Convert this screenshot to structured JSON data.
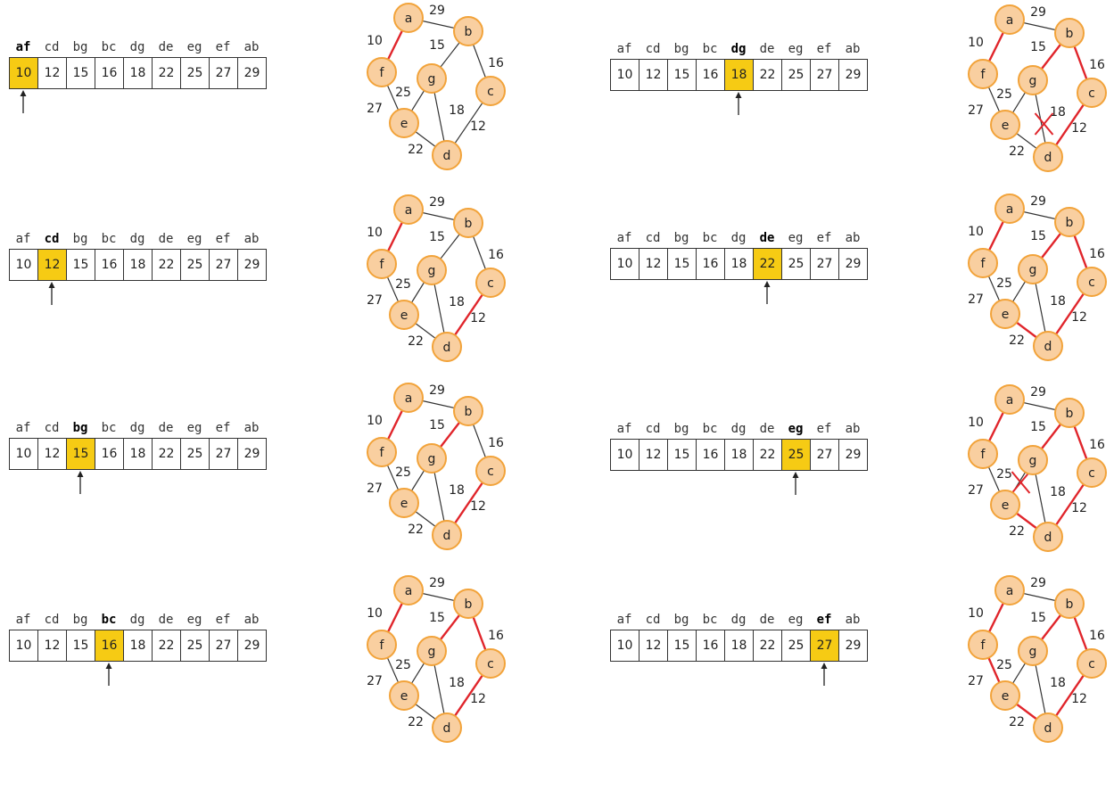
{
  "edge_labels": [
    "af",
    "cd",
    "bg",
    "bc",
    "dg",
    "de",
    "eg",
    "ef",
    "ab"
  ],
  "edge_weights": [
    "10",
    "12",
    "15",
    "16",
    "18",
    "22",
    "25",
    "27",
    "29"
  ],
  "nodes": [
    {
      "id": "a",
      "label": "a"
    },
    {
      "id": "b",
      "label": "b"
    },
    {
      "id": "c",
      "label": "c"
    },
    {
      "id": "d",
      "label": "d"
    },
    {
      "id": "e",
      "label": "e"
    },
    {
      "id": "f",
      "label": "f"
    },
    {
      "id": "g",
      "label": "g"
    }
  ],
  "edges": [
    {
      "id": "ab",
      "from": "a",
      "to": "b",
      "weight": "29"
    },
    {
      "id": "af",
      "from": "a",
      "to": "f",
      "weight": "10"
    },
    {
      "id": "bg",
      "from": "b",
      "to": "g",
      "weight": "15"
    },
    {
      "id": "bc",
      "from": "b",
      "to": "c",
      "weight": "16"
    },
    {
      "id": "fe",
      "from": "f",
      "to": "e",
      "weight": "27"
    },
    {
      "id": "ge",
      "from": "g",
      "to": "e",
      "weight": "25"
    },
    {
      "id": "gd",
      "from": "g",
      "to": "d",
      "weight": "18"
    },
    {
      "id": "cd",
      "from": "c",
      "to": "d",
      "weight": "12"
    },
    {
      "id": "ed",
      "from": "e",
      "to": "d",
      "weight": "22"
    }
  ],
  "steps": [
    {
      "active": 0,
      "red": [
        "af"
      ],
      "cross": null
    },
    {
      "active": 1,
      "red": [
        "af",
        "cd"
      ],
      "cross": null
    },
    {
      "active": 2,
      "red": [
        "af",
        "cd",
        "bg"
      ],
      "cross": null
    },
    {
      "active": 3,
      "red": [
        "af",
        "cd",
        "bg",
        "bc"
      ],
      "cross": null
    },
    {
      "active": 4,
      "red": [
        "af",
        "cd",
        "bg",
        "bc"
      ],
      "cross": "gd"
    },
    {
      "active": 5,
      "red": [
        "af",
        "cd",
        "bg",
        "bc",
        "ed"
      ],
      "cross": null
    },
    {
      "active": 6,
      "red": [
        "af",
        "cd",
        "bg",
        "bc",
        "ed"
      ],
      "cross": "ge"
    },
    {
      "active": 7,
      "red": [
        "af",
        "cd",
        "bg",
        "bc",
        "ed",
        "fe"
      ],
      "cross": null
    }
  ],
  "colors": {
    "highlight": "#f6cb14",
    "tree_edge": "#e0252b",
    "edge": "#333333",
    "node_fill": "#f9cfa0",
    "node_stroke": "#f2a33a"
  }
}
